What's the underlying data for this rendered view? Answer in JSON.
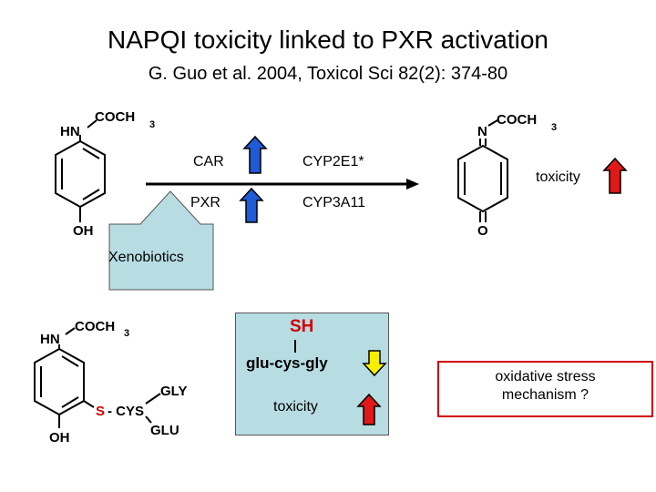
{
  "slide": {
    "title": "NAPQI toxicity linked to PXR activation",
    "subtitle": "G. Guo et al. 2004, Toxicol Sci 82(2): 374-80"
  },
  "acetaminophen": {
    "amine": "HN",
    "acyl": "COCH",
    "acyl_sub": "3",
    "hydroxyl": "OH"
  },
  "napqi": {
    "imine": "N",
    "acyl": "COCH",
    "acyl_sub": "3",
    "carbonyl": "O"
  },
  "reaction": {
    "receptor_1": "CAR",
    "receptor_2": "PXR",
    "enzyme_1": "CYP2E1*",
    "enzyme_2": "CYP3A11",
    "inducer": "Xenobiotics",
    "toxicity_label": "toxicity"
  },
  "conjugate": {
    "amine": "HN",
    "acyl": "COCH",
    "acyl_sub": "3",
    "hydroxyl": "OH",
    "sulfur": "S",
    "cys": "- CYS",
    "gly": "GLY",
    "glu": "GLU"
  },
  "glutathione_box": {
    "thiol": "SH",
    "peptide": "glu-cys-gly",
    "toxicity_label": "toxicity"
  },
  "mechanism_box": {
    "line_1": "oxidative stress",
    "line_2": "mechanism ?"
  },
  "colors": {
    "up_arrow_blue": "#1f5bd6",
    "up_arrow_red": "#e01818",
    "down_arrow_yellow": "#f5f000",
    "inducer_arrow": "#b7dde3",
    "box_fill": "#b7dde3",
    "border_red": "#d00000"
  }
}
